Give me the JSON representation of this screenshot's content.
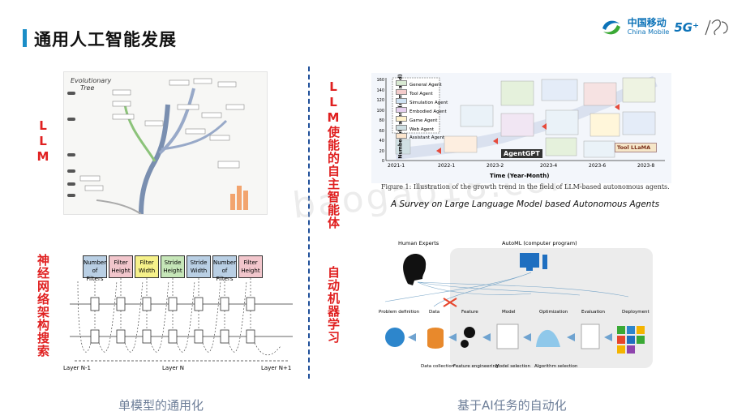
{
  "header": {
    "title": "通用人工智能发展",
    "logo_cn": "中国移动",
    "logo_en": "China Mobile",
    "logo_5g": "5G⁺",
    "accent_color": "#1b8ec7"
  },
  "left_labels": {
    "llm": "LLM",
    "nas": "神经网络架构搜索"
  },
  "right_labels": {
    "agents": "LLM使能的自主智能体",
    "automl": "自动机器学习"
  },
  "tree": {
    "title_line1": "Evolutionary",
    "title_line2": "Tree"
  },
  "growth": {
    "y_axis": "Number of Papers (cumulated)",
    "y_ticks": [
      "0",
      "20",
      "40",
      "60",
      "80",
      "100",
      "120",
      "140",
      "160"
    ],
    "x_ticks": [
      "2021-1",
      "2022-1",
      "2023-2",
      "2023-4",
      "2023-6",
      "2023-8"
    ],
    "x_axis": "Time  (Year-Month)",
    "legend": [
      {
        "label": "General Agent",
        "color": "#d9ead3"
      },
      {
        "label": "Tool Agent",
        "color": "#f4cccc"
      },
      {
        "label": "Simulation Agent",
        "color": "#cfe2f3"
      },
      {
        "label": "Embodied Agent",
        "color": "#e6d0ee"
      },
      {
        "label": "Game Agent",
        "color": "#fff2cc"
      },
      {
        "label": "Web Agent",
        "color": "#d0e0e3"
      },
      {
        "label": "Assistant Agent",
        "color": "#fce5cd"
      }
    ],
    "badge_agentgpt": "AgentGPT",
    "badge_toolllama": "Tool LLaMA",
    "figure_caption": "Figure 1:  Illustration of the growth trend in the field of LLM-based autonomous agents.",
    "survey_title": "A Survey on Large Language Model based Autonomous Agents"
  },
  "nas": {
    "blocks": [
      {
        "l1": "Number",
        "l2": "of Filters",
        "color": "#b9cfe4"
      },
      {
        "l1": "Filter",
        "l2": "Height",
        "color": "#f2c6cc"
      },
      {
        "l1": "Filter",
        "l2": "Width",
        "color": "#f6f18a"
      },
      {
        "l1": "Stride",
        "l2": "Height",
        "color": "#c6e6b8"
      },
      {
        "l1": "Stride",
        "l2": "Width",
        "color": "#b9cfe4"
      },
      {
        "l1": "Number",
        "l2": "of Filters",
        "color": "#b9cfe4"
      },
      {
        "l1": "Filter",
        "l2": "Height",
        "color": "#f2c6cc"
      }
    ],
    "layer_prev": "Layer N-1",
    "layer_cur": "Layer N",
    "layer_next": "Layer N+1"
  },
  "automl": {
    "human_experts": "Human Experts",
    "system": "AutoML (computer program)",
    "steps": [
      "Problem definition",
      "Data",
      "Feature",
      "Model",
      "Optimization",
      "Evaluation",
      "Deployment"
    ],
    "bottom": [
      "Data collection",
      "Feature engineering",
      "Model selection",
      "Algorithm selection"
    ]
  },
  "captions": {
    "left": "单模型的通用化",
    "right": "基于AI任务的自动化"
  },
  "watermark": "baogao18.com"
}
